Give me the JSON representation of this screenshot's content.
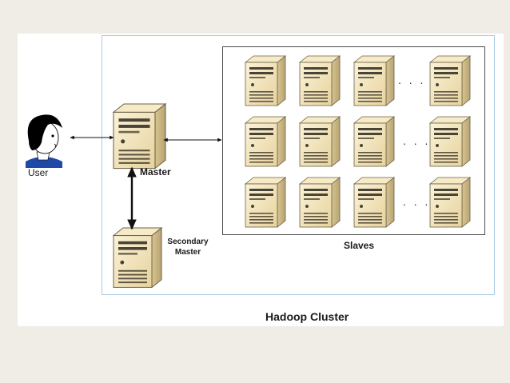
{
  "labels": {
    "user": "User",
    "master": "Master",
    "secondary_master": "Secondary Master",
    "slaves": "Slaves",
    "cluster": "Hadoop Cluster"
  },
  "ellipsis": ". . .",
  "colors": {
    "background": "#efede6",
    "server_body": "#f1e3b8",
    "server_side": "#cbb98a",
    "cluster_border": "#a9cbe3"
  },
  "icons": {
    "server": "server-tower-icon",
    "user": "user-avatar-icon"
  }
}
